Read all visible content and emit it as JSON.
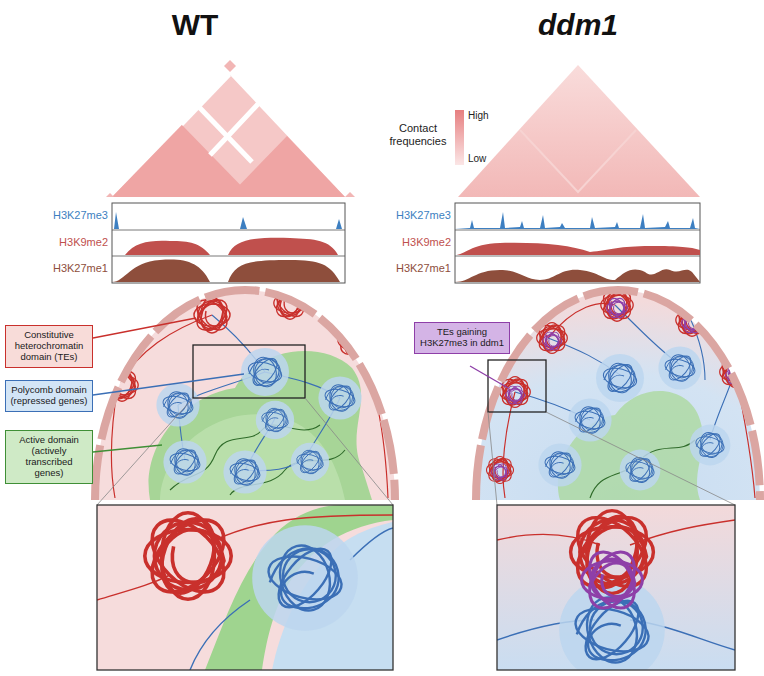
{
  "diagram": {
    "nodes": [
      {
        "text": [
          "Constitutive heterochromatin domain (TEs)"
        ]
      },
      {
        "text": [
          "Polycomb domain (repressed genes)"
        ]
      },
      {
        "text": [
          "Active domain (actively transcribed genes)"
        ]
      },
      {
        "text": [
          "TEs gaining H3K27me3 in ddm1"
        ]
      }
    ],
    "labels": [
      "WT",
      "ddm1",
      "Contact frequencies",
      "High",
      "Low",
      "H3K27me3",
      "H3K9me2",
      "H3K27me1",
      "H3K27me3",
      "H3K9me2",
      "H3K27me1"
    ]
  }
}
